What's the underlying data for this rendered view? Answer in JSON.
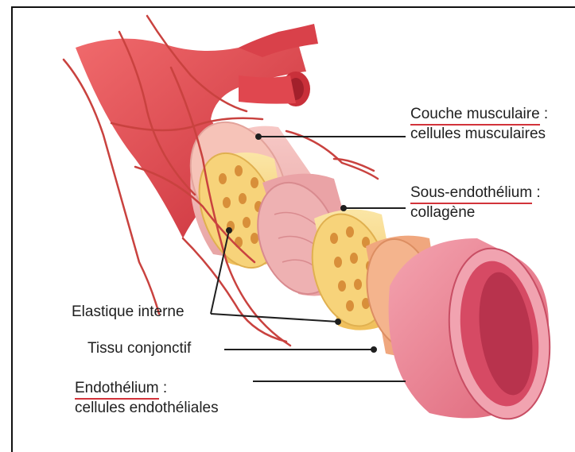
{
  "labels": {
    "couche_title": "Couche musculaire",
    "couche_colon": " :",
    "couche_sub": "cellules musculaires",
    "sous_title": "Sous-endothélium",
    "sous_colon": " :",
    "sous_sub": "collagène",
    "elastique": "Elastique interne",
    "tissu": "Tissu conjonctif",
    "endo_title": "Endothélium",
    "endo_colon": " :",
    "endo_sub": "cellules endothéliales"
  },
  "colors": {
    "vessel_red": "#e8494e",
    "lumen_pink": "#e46f82",
    "elastic_yellow": "#f7d37a",
    "muscle_pink": "#f2b8ad",
    "label_underline": "#d2333a"
  }
}
